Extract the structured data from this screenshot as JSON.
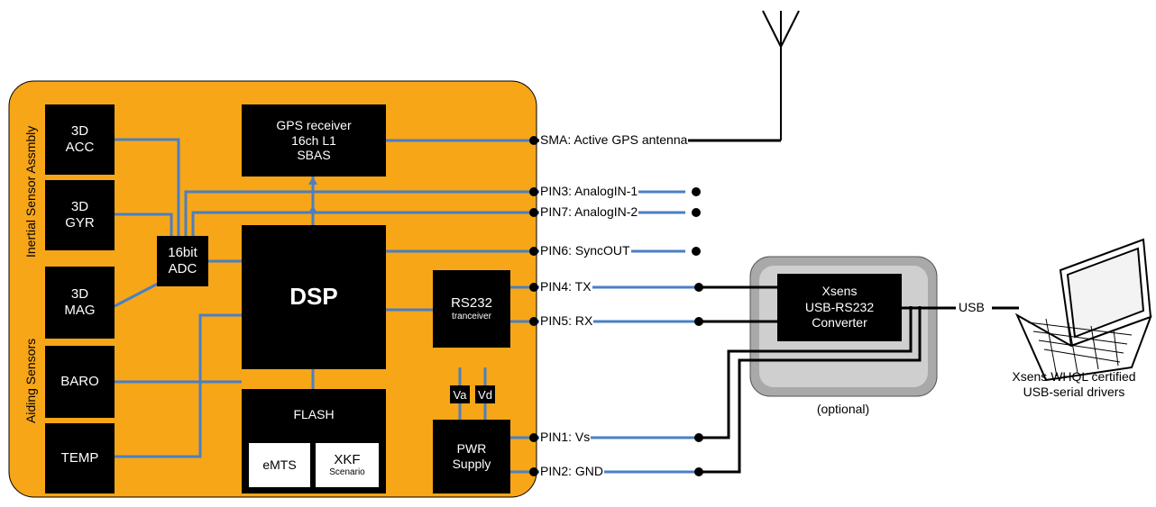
{
  "side_labels": {
    "inertial": "Inertial Sensor Assmbly",
    "aiding": "Aiding Sensors"
  },
  "blocks": {
    "acc": [
      "3D",
      "ACC"
    ],
    "gyr": [
      "3D",
      "GYR"
    ],
    "mag": [
      "3D",
      "MAG"
    ],
    "baro": "BARO",
    "temp": "TEMP",
    "adc": [
      "16bit",
      "ADC"
    ],
    "gps": [
      "GPS receiver",
      "16ch L1",
      "SBAS"
    ],
    "dsp": "DSP",
    "rs232": {
      "title": "RS232",
      "sub": "tranceiver"
    },
    "flash": {
      "title": "FLASH",
      "emts": "eMTS",
      "xkf": "XKF",
      "xkf_sub": "Scenario"
    },
    "pwr": [
      "PWR",
      "Supply"
    ],
    "va": "Va",
    "vd": "Vd",
    "converter": [
      "Xsens",
      "USB-RS232",
      "Converter"
    ]
  },
  "pins": {
    "sma": "SMA: Active GPS antenna",
    "pin3": "PIN3: AnalogIN-1",
    "pin7": "PIN7: AnalogIN-2",
    "pin6": "PIN6: SyncOUT",
    "pin4": "PIN4: TX",
    "pin5": "PIN5: RX",
    "pin1": "PIN1: Vs",
    "pin2": "PIN2: GND"
  },
  "usb_label": "USB",
  "optional_label": "(optional)",
  "laptop_caption": [
    "Xsens WHQL certified",
    "USB-serial drivers"
  ],
  "colors": {
    "board": "#F7A618",
    "wire_blue": "#4A7FC4",
    "block": "#000000",
    "converter_bg": "#BDBDBD"
  }
}
